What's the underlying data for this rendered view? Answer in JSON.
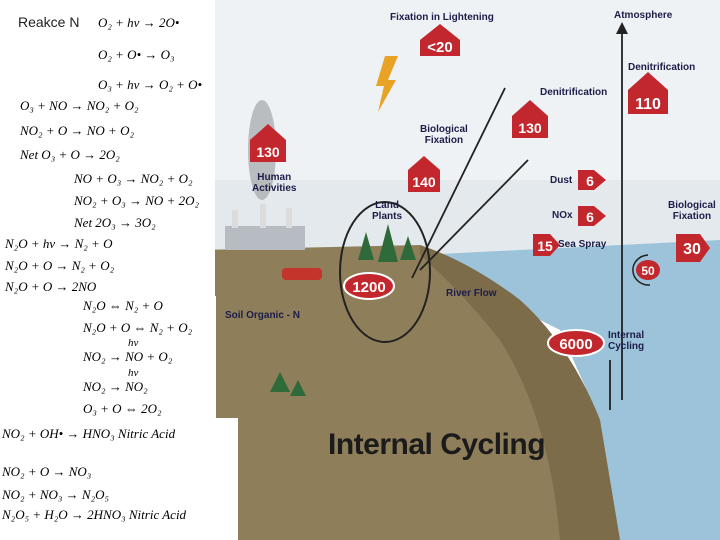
{
  "panel_title": "Reakce N",
  "equations": [
    "O₂ + hν → 2O•",
    "O₂ + O• → O₃",
    "O₃ + hν → O₂ + O•",
    "O₃ + NO → NO₂ + O₂",
    "NO₂ + O → NO + O₂",
    "Net    O₃ + O → 2O₂",
    "NO + O₃ → NO₂ + O₂",
    "NO₂ + O₃ → NO + 2O₂",
    "Net    2O₃ → 3O₂",
    "N₂O + hν → N₂ + O",
    "N₂O + O → N₂ + O₂",
    "N₂O + O → 2NO",
    "N₂O ⇔ N₂ + O",
    "N₂O + O ⇔ N₂ + O₂",
    "NO₂ → NO + O₂",
    "NO₂ → NO₂",
    "O₃ + O ⇔ 2O₂",
    "NO₂ + OH• → HNO₃      Nitric  Acid",
    "NO₂ + O → NO₃",
    "NO₂ + NO₃ → N₂O₅",
    "N₂O₅ + H₂O → 2HNO₃      Nitric  Acid"
  ],
  "hv_label": "hν",
  "diagram": {
    "title": "Internal Cycling",
    "labels": {
      "lightning": "Fixation in Lightening",
      "atmosphere": "Atmosphere",
      "denitrification_right": "Denitrification",
      "denitrification_center": "Denitrification",
      "bio_fixation_center": "Biological\nFixation",
      "human": "Human\nActivities",
      "land_plants": "Land\nPlants",
      "dust": "Dust",
      "nox": "NOx",
      "sea_spray": "Sea Spray",
      "bio_fixation_right": "Biological\nFixation",
      "soil": "Soil Organic - N",
      "river": "River Flow",
      "internal": "Internal\nCycling"
    },
    "values": {
      "lightning": "<20",
      "denit_atm": "110",
      "denit_land": "130",
      "bio_fix_land": "140",
      "human": "130",
      "dust": "6",
      "nox": "6",
      "sea_spray": "15",
      "bio_fix_ocean": "30",
      "ocean_cycle": "50",
      "land_plants_pool": "1200",
      "ocean_pool": "6000"
    }
  }
}
